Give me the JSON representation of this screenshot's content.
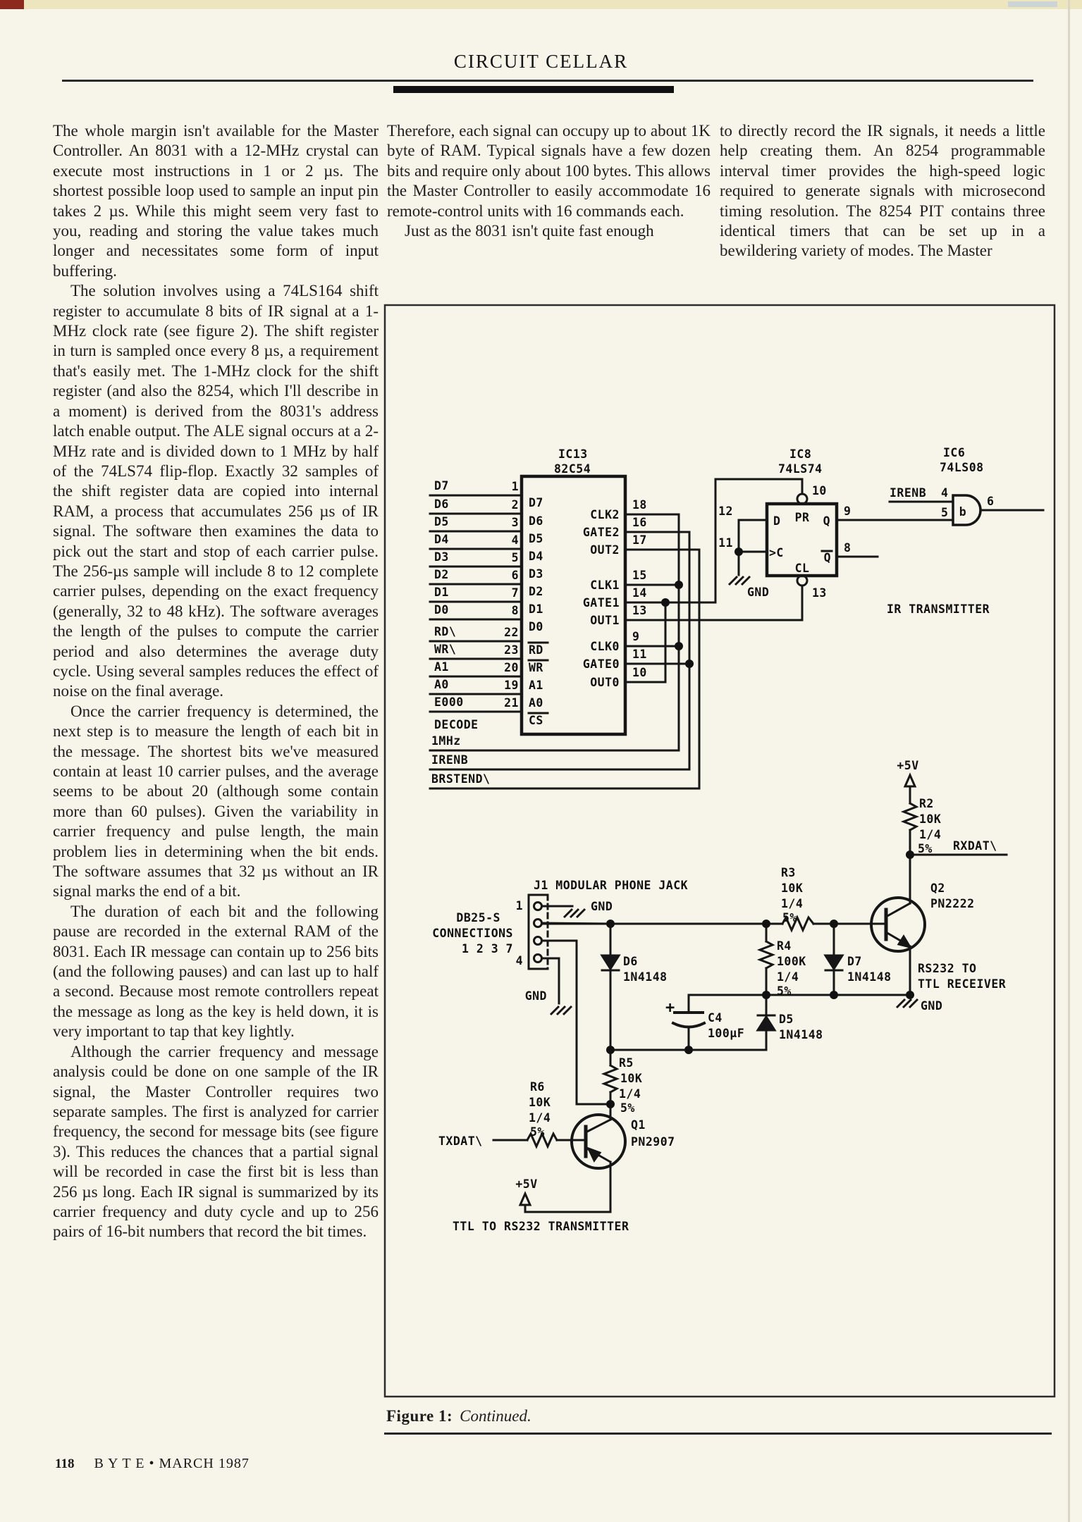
{
  "header": {
    "title": "CIRCUIT CELLAR"
  },
  "article": {
    "col1": [
      "The whole margin isn't available for the Master Controller. An 8031 with a 12-MHz crystal can execute most instructions in 1 or 2 µs. The shortest possible loop used to sample an input pin takes 2 µs. While this might seem very fast to you, reading and storing the value takes much longer and necessitates some form of input buffering.",
      "The solution involves using a 74LS164 shift register to accumulate 8 bits of IR signal at a 1-MHz clock rate (see figure 2). The shift register in turn is sampled once every 8 µs, a requirement that's easily met. The 1-MHz clock for the shift register (and also the 8254, which I'll describe in a moment) is derived from the 8031's address latch enable output. The ALE signal occurs at a 2-MHz rate and is divided down to 1 MHz by half of the 74LS74 flip-flop. Exactly 32 samples of the shift register data are copied into internal RAM, a process that accumulates 256 µs of IR signal. The software then examines the data to pick out the start and stop of each carrier pulse. The 256-µs sample will include 8 to 12 complete carrier pulses, depending on the exact frequency (generally, 32 to 48 kHz). The software averages the length of the pulses to compute the carrier period and also determines the average duty cycle. Using several samples reduces the effect of noise on the final average.",
      "Once the carrier frequency is determined, the next step is to measure the length of each bit in the message. The shortest bits we've measured contain at least 10 carrier pulses, and the average seems to be about 20 (although some contain more than 60 pulses). Given the variability in carrier frequency and pulse length, the main problem lies in determining when the bit ends. The software assumes that 32 µs without an IR signal marks the end of a bit.",
      "The duration of each bit and the following pause are recorded in the external RAM of the 8031. Each IR message can contain up to 256 bits (and the following pauses) and can last up to half a second. Because most remote controllers repeat the message as long as the key is held down, it is very important to tap that key lightly.",
      "Although the carrier frequency and message analysis could be done on one sample of the IR signal, the Master Controller requires two separate samples. The first is analyzed for carrier frequency, the second for message bits (see figure 3). This reduces the chances that a partial signal will be recorded in case the first bit is less than 256 µs long. Each IR signal is summarized by its carrier frequency and duty cycle and up to 256 pairs of 16-bit numbers that record the bit times."
    ],
    "col2": [
      "Therefore, each signal can occupy up to about 1K byte of RAM. Typical signals have a few dozen bits and require only about 100 bytes. This allows the Master Controller to easily accommodate 16 remote-control units with 16 commands each.",
      "Just as the 8031 isn't quite fast enough"
    ],
    "col3": [
      "to directly record the IR signals, it needs a little help creating them. An 8254 programmable interval timer provides the high-speed logic required to generate signals with microsecond timing resolution. The 8254 PIT contains three identical timers that can be set up in a bewildering variety of modes. The Master"
    ]
  },
  "figure": {
    "caption_label": "Figure 1:",
    "caption_text": "Continued.",
    "ic13": {
      "ref": "IC13",
      "part": "82C54",
      "decode": "DECODE",
      "lsig": [
        "D7",
        "D6",
        "D5",
        "D4",
        "D3",
        "D2",
        "D1",
        "D0",
        "RD\\",
        "WR\\",
        "A1",
        "A0",
        "E000"
      ],
      "lnum": [
        "1",
        "2",
        "3",
        "4",
        "5",
        "6",
        "7",
        "8",
        "22",
        "23",
        "20",
        "19",
        "21"
      ],
      "linner": [
        "D7",
        "D6",
        "D5",
        "D4",
        "D3",
        "D2",
        "D1",
        "D0",
        "RD",
        "WR",
        "A1",
        "A0",
        "CS"
      ],
      "rinner": [
        "CLK2",
        "GATE2",
        "OUT2",
        "CLK1",
        "GATE1",
        "OUT1",
        "CLK0",
        "GATE0",
        "OUT0"
      ],
      "rnum": [
        "18",
        "16",
        "17",
        "15",
        "14",
        "13",
        "9",
        "11",
        "10"
      ],
      "bottom": [
        "1MHz",
        "IRENB",
        "BRSTEND\\"
      ]
    },
    "ic8": {
      "ref": "IC8",
      "part": "74LS74",
      "pr": "PR",
      "d": "D",
      "c": ">C",
      "q": "Q",
      "qb": "Q",
      "cl": "CL",
      "n_pr": "10",
      "n_d": "12",
      "n_c": "11",
      "n_q": "9",
      "n_qb": "8",
      "n_cl": "13",
      "gnd": "GND"
    },
    "ic6": {
      "ref": "IC6",
      "part": "74LS08",
      "gate": "b",
      "input": "IRENB",
      "n_in1": "4",
      "n_in2": "5",
      "n_out": "6"
    },
    "labels": {
      "ir": "IR TRANSMITTER",
      "rx1": "RS232 TO",
      "rx2": "TTL RECEIVER",
      "tx": "TTL TO RS232 TRANSMITTER",
      "jack": "J1 MODULAR PHONE JACK",
      "db1": "DB25-S",
      "db2": "CONNECTIONS",
      "db3": "1 2 3 7",
      "rxdat": "RXDAT\\",
      "txdat": "TXDAT\\",
      "p5v": "+5V",
      "gnd": "GND",
      "plus": "+",
      "j1": "1",
      "j4": "4"
    },
    "parts": {
      "r2": [
        "R2",
        "10K",
        "1/4",
        "5%"
      ],
      "r3": [
        "R3",
        "10K",
        "1/4",
        "5%"
      ],
      "r4": [
        "R4",
        "100K",
        "1/4",
        "5%"
      ],
      "r5": [
        "R5",
        "10K",
        "1/4",
        "5%"
      ],
      "r6": [
        "R6",
        "10K",
        "1/4",
        "5%"
      ],
      "c4": [
        "C4",
        "100µF"
      ],
      "d5": [
        "D5",
        "1N4148"
      ],
      "d6": [
        "D6",
        "1N4148"
      ],
      "d7": [
        "D7",
        "1N4148"
      ],
      "q1": [
        "Q1",
        "PN2907"
      ],
      "q2": [
        "Q2",
        "PN2222"
      ]
    }
  },
  "footer": {
    "page_number": "118",
    "magazine": "B Y T E • MARCH 1987"
  }
}
